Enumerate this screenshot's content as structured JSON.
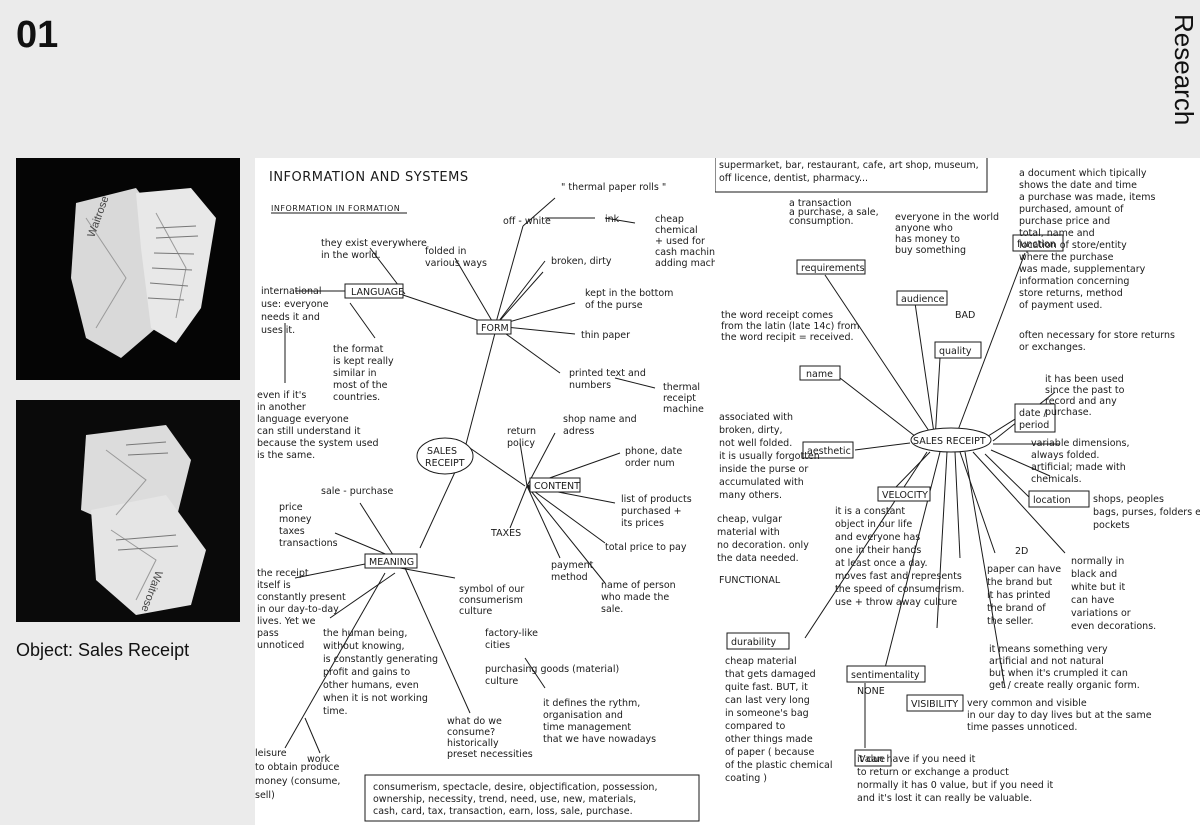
{
  "page": {
    "number": "01",
    "section": "Research",
    "caption": "Object: Sales Receipt"
  },
  "photos": [
    {
      "alt": "crumpled receipts top",
      "receipt_text": "Waitrose"
    },
    {
      "alt": "crumpled receipts bottom",
      "receipt_text": "Waitrose"
    }
  ],
  "left_sheet": {
    "title": "INFORMATION AND SYSTEMS",
    "subtitle": "INFORMATION IN FORMATION",
    "center": [
      "SALES",
      "RECEIPT"
    ],
    "nodes": {
      "language": "LANGUAGE",
      "form": "FORM",
      "content": "CONTENT",
      "meaning": "MEANING"
    },
    "notes": {
      "thermal": "\" thermal paper rolls \"",
      "offwhite": "off - white",
      "ink": "ink",
      "cheap": [
        "cheap",
        "chemical",
        "+ used for",
        "cash machine",
        "adding machine"
      ],
      "exist": [
        "they exist everywhere",
        "in the world."
      ],
      "folded": [
        "folded in",
        "various ways"
      ],
      "broken": "broken, dirty",
      "kept": [
        "kept in the bottom",
        "of the purse"
      ],
      "thin": "thin paper",
      "international": [
        "international",
        "use: everyone",
        "needs it and",
        "uses it."
      ],
      "format": [
        "the format",
        "is kept really",
        "similar in",
        "most of the",
        "countries."
      ],
      "printed": [
        "printed text and",
        "numbers"
      ],
      "thermal_machine": [
        "thermal",
        "receipt",
        "machine"
      ],
      "even": [
        "even if it's",
        "in another",
        "language everyone",
        "can still understand it",
        "because the system used",
        "is the same."
      ],
      "return": [
        "return",
        "policy"
      ],
      "shop": [
        "shop name and",
        "adress"
      ],
      "phone": [
        "phone, date",
        "order num"
      ],
      "list": [
        "list of products",
        "purchased +",
        "its prices"
      ],
      "taxes": "TAXES",
      "total": "total price to pay",
      "salepurchase": "sale - purchase",
      "price": [
        "price",
        "money",
        "taxes",
        "transactions"
      ],
      "payment": [
        "payment",
        "method"
      ],
      "person": [
        "name of person",
        "who made the",
        "sale."
      ],
      "receipt_itself": [
        "the receipt",
        "itself is",
        "constantly present",
        "in our day-to-day",
        "lives. Yet we",
        "pass",
        "unnoticed"
      ],
      "symbol": [
        "symbol of our",
        "consumerism",
        "culture"
      ],
      "human": [
        "the human being,",
        "without knowing,",
        "is constantly generating",
        "profit and gains to",
        "other humans, even",
        "when it is not working",
        "time."
      ],
      "factory": [
        "factory-like",
        "cities"
      ],
      "purchasing": [
        "purchasing goods (material)",
        "culture"
      ],
      "rhythm": [
        "it defines the rythm,",
        "organisation and",
        "time management",
        "that we have nowadays"
      ],
      "consume": [
        "what do we",
        "consume?",
        "historically",
        "preset necessities"
      ],
      "leisure": [
        "leisure",
        "to obtain produce",
        "money (consume,",
        "sell)"
      ],
      "work": "work",
      "keywords": [
        "consumerism, spectacle, desire, objectification, possession,",
        "ownership, necessity, trend, need, use, new, materials,",
        "cash, card, tax, transaction, earn, loss, sale, purchase."
      ]
    }
  },
  "right_sheet": {
    "center": "SALES RECEIPT",
    "nodes": {
      "requirements": "requirements",
      "audience": "audience",
      "quality": "quality",
      "function": "function",
      "name": "name",
      "aesthetic": "aesthetic",
      "date": [
        "date /",
        "period"
      ],
      "velocity": "VELOCITY",
      "location": "location",
      "durability": "durability",
      "sentimentality": "sentimentality",
      "visibility": "VISIBILITY",
      "value": "Value"
    },
    "notes": {
      "top": [
        "supermarket, bar, restaurant, cafe, art shop, museum,",
        "off licence, dentist, pharmacy..."
      ],
      "transaction": [
        "a transaction",
        "a purchase, a sale,",
        "consumption."
      ],
      "everyone": [
        "everyone in the world",
        "anyone who",
        "has money to",
        "buy something"
      ],
      "bad": "BAD",
      "document": [
        "a document which tipically",
        "shows the date and time",
        "a purchase was made, items",
        "purchased, amount of",
        "purchase price and",
        "total, name and",
        "location of store/entity",
        "where the purchase",
        "was made, supplementary",
        "information concerning",
        "store returns, method",
        "of payment used."
      ],
      "returns": [
        "often necessary for store returns",
        "or exchanges."
      ],
      "latin": [
        "the word receipt comes",
        "from the latin (late 14c) from",
        "the word recipit = received."
      ],
      "past": [
        "it has been used",
        "since the past to",
        "record and any",
        "purchase."
      ],
      "associated": [
        "associated with",
        "broken, dirty,",
        "not well folded.",
        "it is usually forgotten",
        "inside the purse or",
        "accumulated with",
        "many others."
      ],
      "cheap": [
        "cheap, vulgar",
        "material with",
        "no decoration. only",
        "the data needed."
      ],
      "functional": "FUNCTIONAL",
      "variable": [
        "variable dimensions,",
        "always folded.",
        "artificial; made with",
        "chemicals."
      ],
      "shops": [
        "shops, peoples",
        "bags, purses, folders etc.",
        "pockets"
      ],
      "constant": [
        "it is a constant",
        "object in our life",
        "and everyone has",
        "one in their hands",
        "at least once a day.",
        "moves fast and represents",
        "the speed of consumerism.",
        "use + throw away culture"
      ],
      "twod": "2D",
      "paper": [
        "paper can have",
        "the brand but",
        "it has printed",
        "the brand of",
        "the seller."
      ],
      "normally": [
        "normally in",
        "black and",
        "white but it",
        "can have",
        "variations or",
        "even decorations."
      ],
      "means": [
        "it means something very",
        "artificial and not natural",
        "but when it's crumpled it can",
        "get / create really organic form."
      ],
      "durable": [
        "cheap material",
        "that gets damaged",
        "quite fast. BUT, it",
        "can last very long",
        "in someone's bag",
        "compared to",
        "other things made",
        "of paper ( because",
        "of the plastic chemical",
        "coating )"
      ],
      "none": "NONE",
      "visible": [
        "very common and visible",
        "in our day to day lives but at the same",
        "time passes unnoticed."
      ],
      "value_note": [
        "it can have if you need it",
        "to return or exchange a product",
        "normally it has 0 value, but if you need it",
        "and it's lost it can really be valuable."
      ]
    }
  }
}
